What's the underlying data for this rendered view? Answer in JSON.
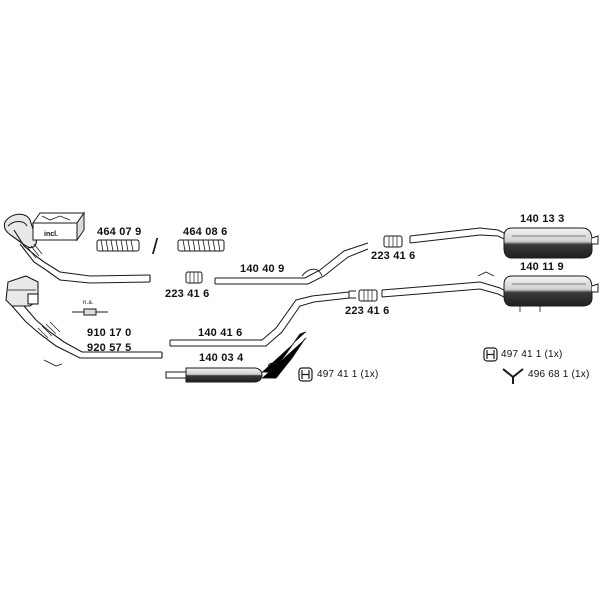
{
  "labels": {
    "incl": "incl.",
    "na": "n.a.",
    "slash": "/",
    "p464079": "464 07 9",
    "p464086": "464 08 6",
    "p140409": "140 40 9",
    "p223416_a": "223 41 6",
    "p223416_b": "223 41 6",
    "p223416_c": "223 41 6",
    "p140133": "140 13 3",
    "p140119": "140 11 9",
    "p910170": "910 17 0",
    "p920575": "920 57 5",
    "p140416": "140 41 6",
    "p140034": "140 03 4",
    "mount_a": "497 41 1 (1x)",
    "mount_b": "497 41 1 (1x)",
    "hanger": "496 68 1 (1x)"
  },
  "colors": {
    "line": "#1a1a1a",
    "pipe_fill": "#ffffff",
    "muffler_dark": "#2b2b2b",
    "muffler_light": "#e6e6e6"
  }
}
